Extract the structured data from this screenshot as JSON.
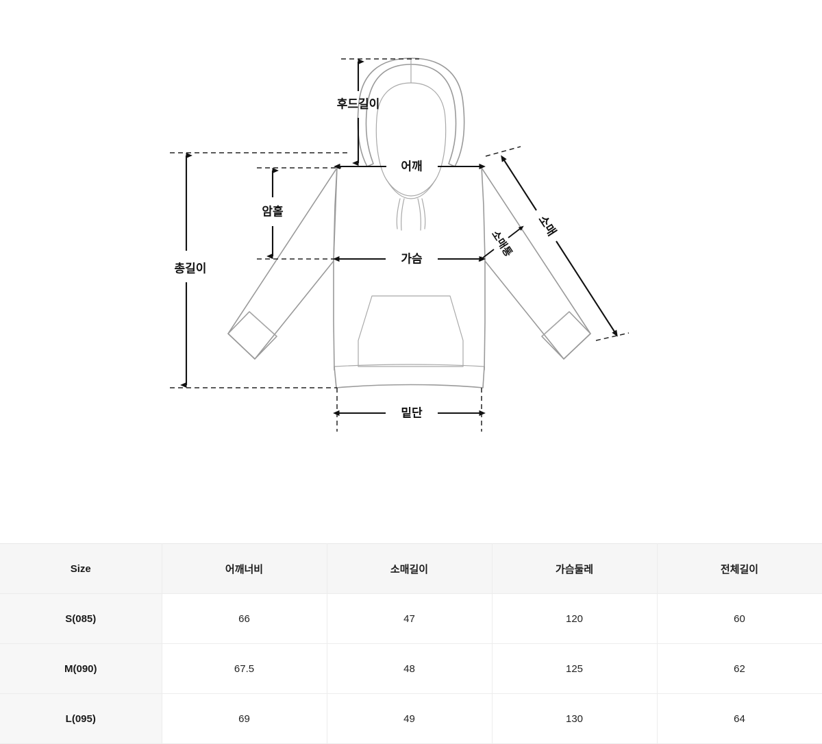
{
  "diagram": {
    "title": "hoodie-measurement-diagram",
    "labels": {
      "hood_length": "후드길이",
      "shoulder": "어깨",
      "armhole": "암홀",
      "chest": "가슴",
      "total_length": "총길이",
      "sleeve": "소매",
      "sleeve_width": "소매통",
      "hem": "밑단"
    },
    "colors": {
      "garment_stroke": "#9a9a9a",
      "dimension_stroke": "#111111",
      "guide_stroke": "#222222",
      "background": "#ffffff"
    }
  },
  "table": {
    "headers": [
      "Size",
      "어깨너비",
      "소매길이",
      "가슴둘레",
      "전체길이"
    ],
    "rows": [
      {
        "size": "S(085)",
        "values": [
          "66",
          "47",
          "120",
          "60"
        ]
      },
      {
        "size": "M(090)",
        "values": [
          "67.5",
          "48",
          "125",
          "62"
        ]
      },
      {
        "size": "L(095)",
        "values": [
          "69",
          "49",
          "130",
          "64"
        ]
      }
    ],
    "colors": {
      "header_bg": "#f6f6f6",
      "rowhead_bg": "#f7f7f7",
      "cell_bg": "#ffffff",
      "border": "#ececec"
    }
  }
}
